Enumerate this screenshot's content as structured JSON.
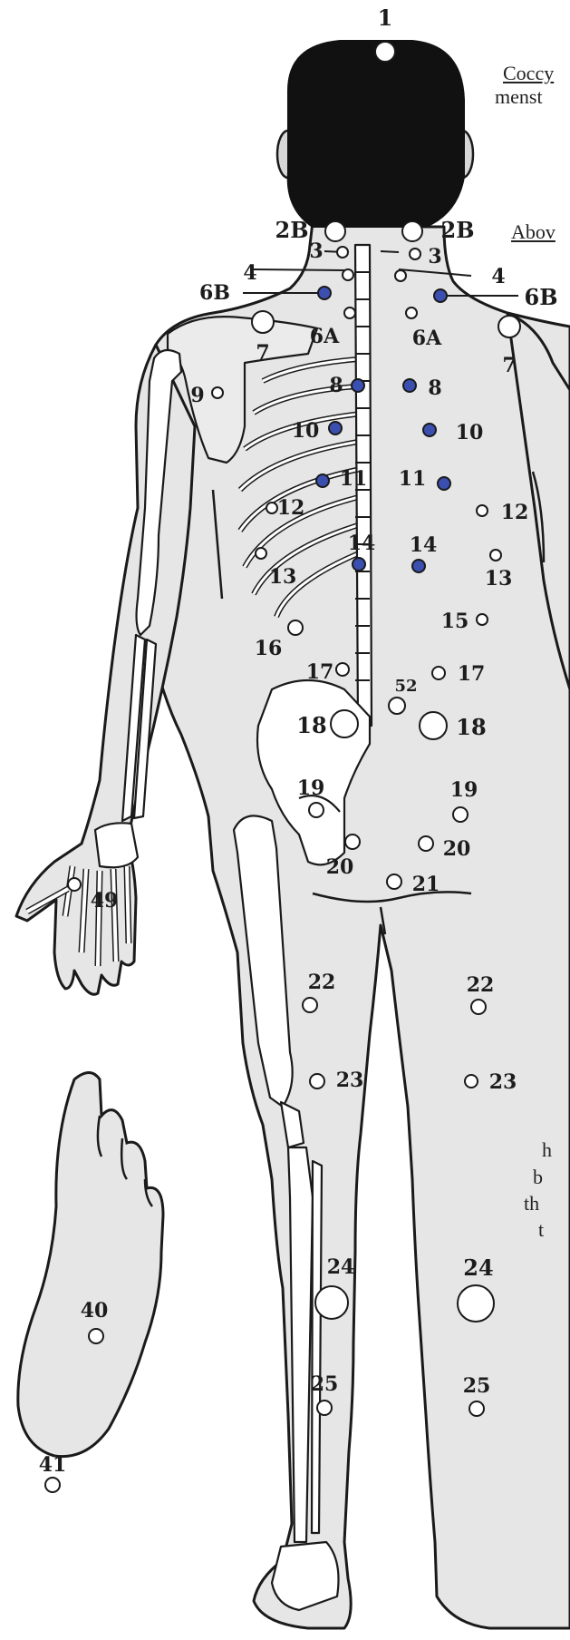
{
  "side_notes": {
    "coccyx": "Coccy",
    "menst": "menst",
    "above": "Abov",
    "frag_h": "h",
    "frag_b": "b",
    "frag_th": "th",
    "frag_t": "t"
  },
  "colors": {
    "body_fill": "#e6e6e6",
    "outline": "#1a1a1a",
    "head": "#111111",
    "bone_fill": "#ffffff",
    "blue_point": "#3a4fb0",
    "point_fill": "#ffffff"
  },
  "points": [
    {
      "id": "p1",
      "label": "1"
    },
    {
      "id": "p2b_l",
      "label": "2B"
    },
    {
      "id": "p2b_r",
      "label": "2B"
    },
    {
      "id": "p3_l",
      "label": "3"
    },
    {
      "id": "p3_r",
      "label": "3"
    },
    {
      "id": "p4_l",
      "label": "4"
    },
    {
      "id": "p4_r",
      "label": "4"
    },
    {
      "id": "p6b_l",
      "label": "6B"
    },
    {
      "id": "p6b_r",
      "label": "6B"
    },
    {
      "id": "p6a_l",
      "label": "6A"
    },
    {
      "id": "p6a_r",
      "label": "6A"
    },
    {
      "id": "p7_l",
      "label": "7"
    },
    {
      "id": "p7_r",
      "label": "7"
    },
    {
      "id": "p8_l",
      "label": "8"
    },
    {
      "id": "p8_r",
      "label": "8"
    },
    {
      "id": "p9",
      "label": "9"
    },
    {
      "id": "p10_l",
      "label": "10"
    },
    {
      "id": "p10_r",
      "label": "10"
    },
    {
      "id": "p11_l",
      "label": "11"
    },
    {
      "id": "p11_r",
      "label": "11"
    },
    {
      "id": "p12_l",
      "label": "12"
    },
    {
      "id": "p12_r",
      "label": "12"
    },
    {
      "id": "p13_l",
      "label": "13"
    },
    {
      "id": "p13_r",
      "label": "13"
    },
    {
      "id": "p14_l",
      "label": "14"
    },
    {
      "id": "p14_r",
      "label": "14"
    },
    {
      "id": "p15",
      "label": "15"
    },
    {
      "id": "p16",
      "label": "16"
    },
    {
      "id": "p17_l",
      "label": "17"
    },
    {
      "id": "p17_r",
      "label": "17"
    },
    {
      "id": "p52",
      "label": "52"
    },
    {
      "id": "p18_l",
      "label": "18"
    },
    {
      "id": "p18_r",
      "label": "18"
    },
    {
      "id": "p19_l",
      "label": "19"
    },
    {
      "id": "p19_r",
      "label": "19"
    },
    {
      "id": "p20_l",
      "label": "20"
    },
    {
      "id": "p20_r",
      "label": "20"
    },
    {
      "id": "p21",
      "label": "21"
    },
    {
      "id": "p22_l",
      "label": "22"
    },
    {
      "id": "p22_r",
      "label": "22"
    },
    {
      "id": "p23_l",
      "label": "23"
    },
    {
      "id": "p23_r",
      "label": "23"
    },
    {
      "id": "p24_l",
      "label": "24"
    },
    {
      "id": "p24_r",
      "label": "24"
    },
    {
      "id": "p25_l",
      "label": "25"
    },
    {
      "id": "p25_r",
      "label": "25"
    },
    {
      "id": "p49",
      "label": "49"
    },
    {
      "id": "p40",
      "label": "40"
    },
    {
      "id": "p41",
      "label": "41"
    }
  ]
}
